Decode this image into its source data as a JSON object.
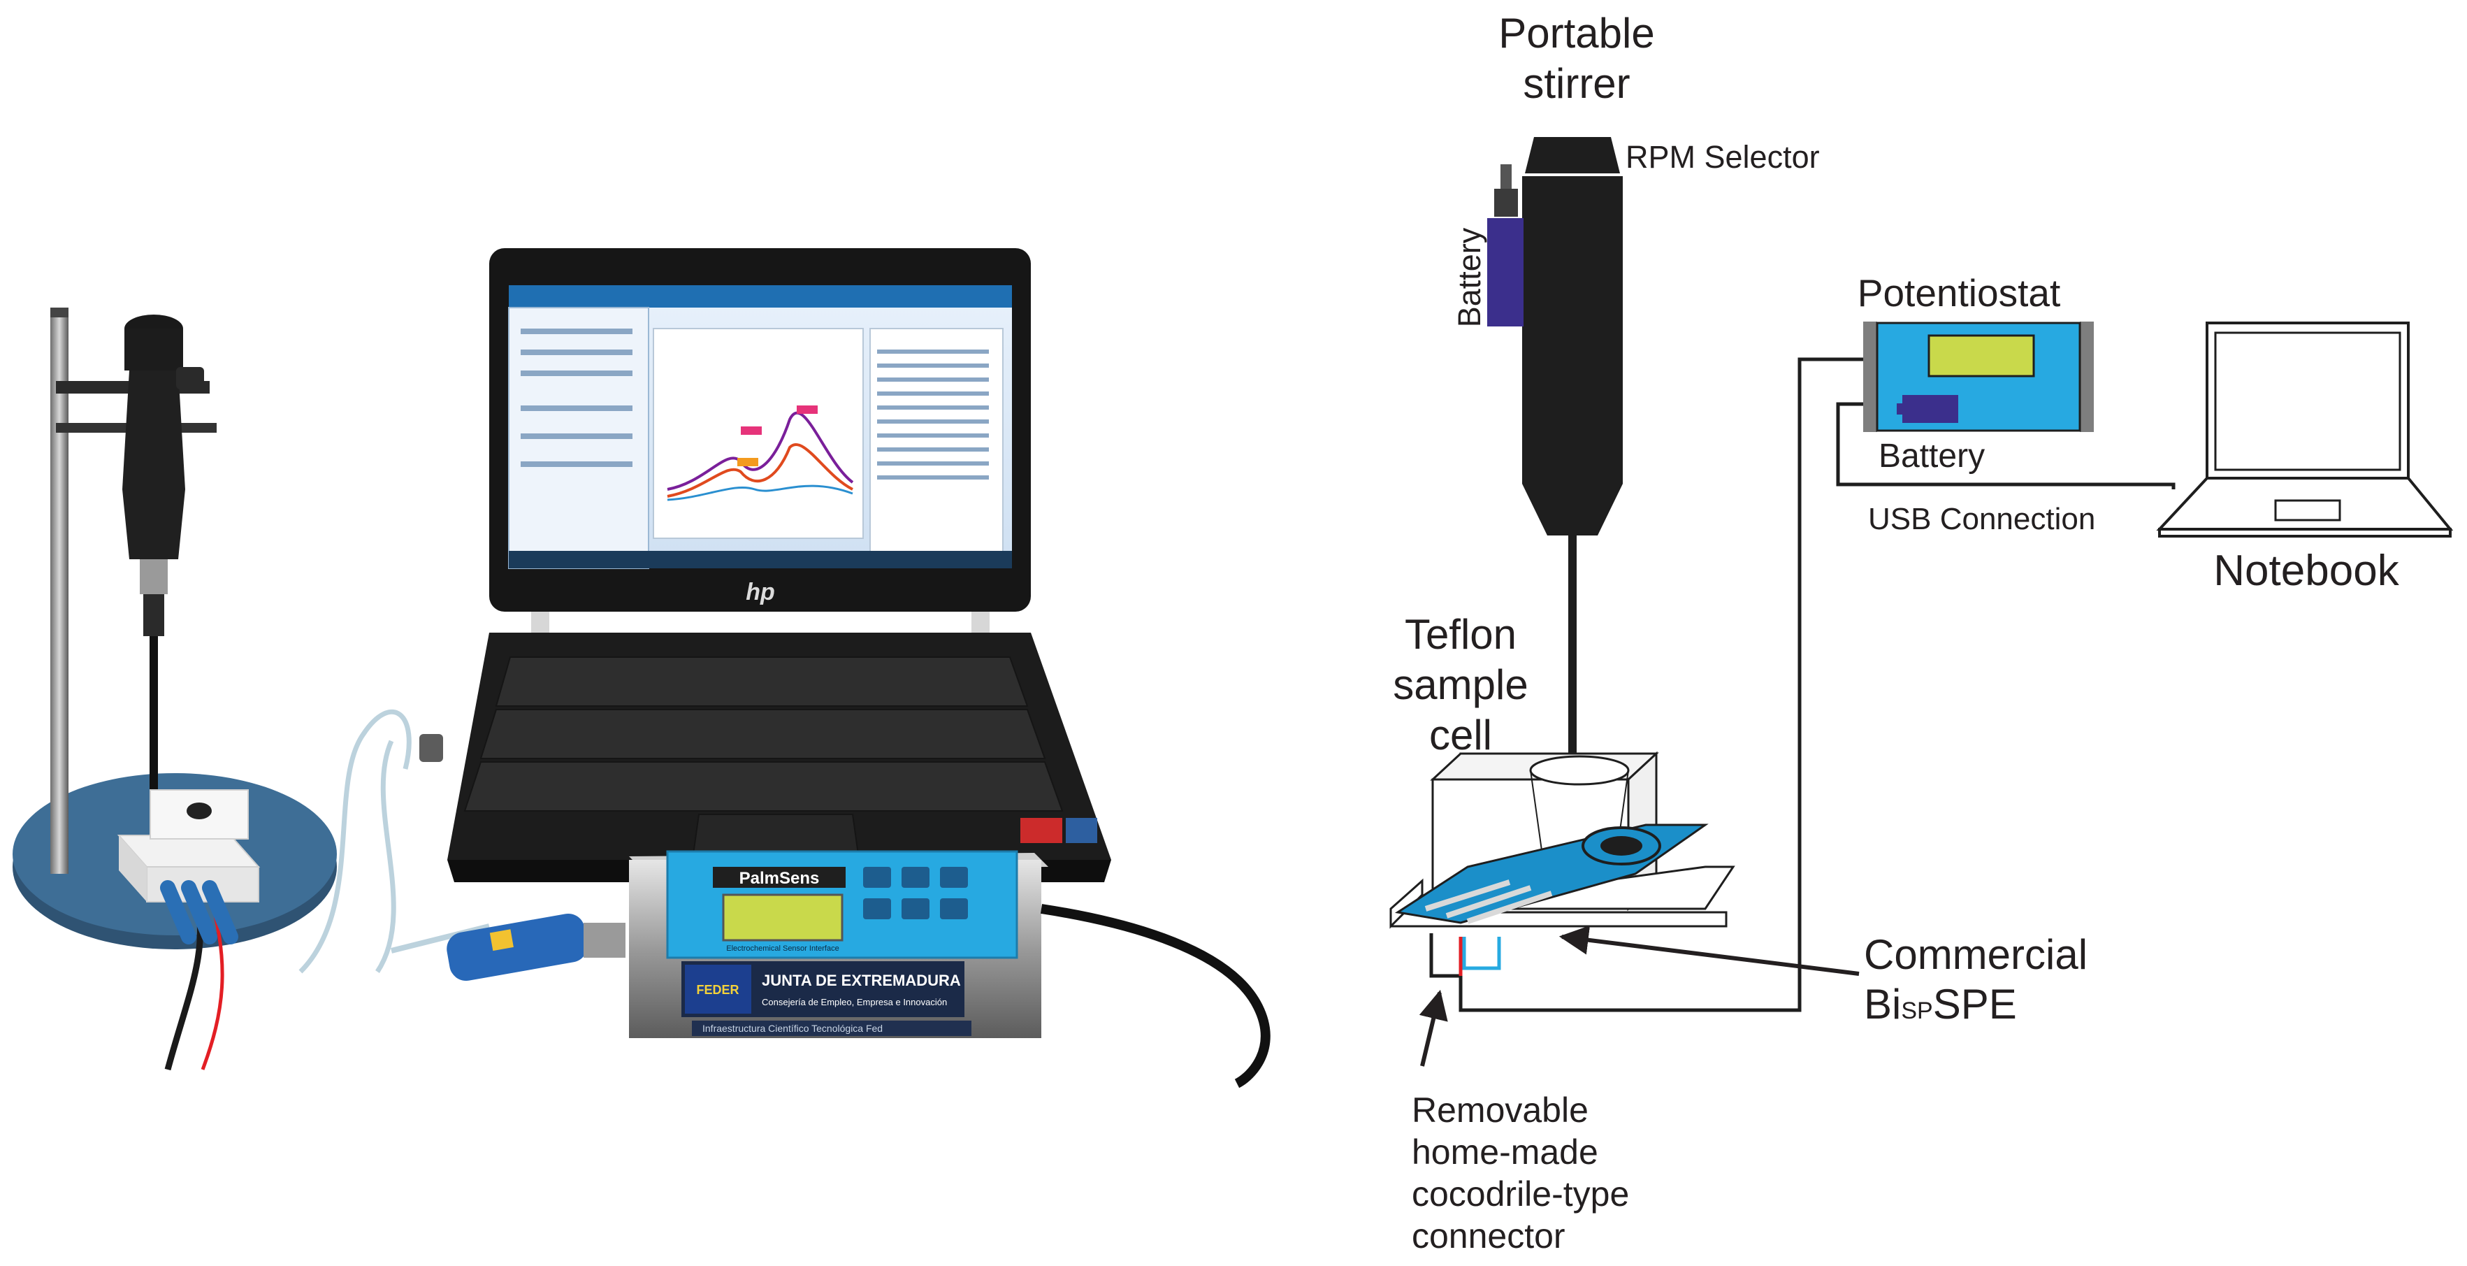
{
  "photo": {
    "laptop_brand": "hp",
    "potentiostat_brand": "PalmSens",
    "potentiostat_sublabel": "Electrochemical Sensor Interface",
    "feder_badge": "FEDER",
    "sticker_title": "JUNTA DE EXTREMADURA",
    "sticker_subtitle": "Consejería de Empleo, Empresa e Innovación",
    "strip_caption": "Infraestructura Científico Tecnológica Fed"
  },
  "diagram": {
    "portable_stirrer": [
      "Portable",
      "stirrer"
    ],
    "rpm_selector": "RPM Selector",
    "stirrer_battery": "Battery",
    "potentiostat": "Potentiostat",
    "potentiostat_battery": "Battery",
    "usb_connection": "USB Connection",
    "notebook": "Notebook",
    "teflon_cell": [
      "Teflon",
      "sample",
      "cell"
    ],
    "commercial_spe_line1": "Commercial",
    "commercial_spe_bi": "Bi",
    "commercial_spe_sub": "SP",
    "commercial_spe_tail": "SPE",
    "connector_label": [
      "Removable",
      "home-made",
      "cocodrile-type",
      "connector"
    ]
  },
  "colors": {
    "stirrer_body": "#1e1e1e",
    "battery_purple": "#3b2f8c",
    "potentiostat_blue": "#27a9e1",
    "display_green": "#c9d94b",
    "spe_blue": "#1b8fc9",
    "electrode_red": "#e31e24",
    "electrode_cyan": "#27aae1",
    "base_blue": "#3e6e96"
  }
}
